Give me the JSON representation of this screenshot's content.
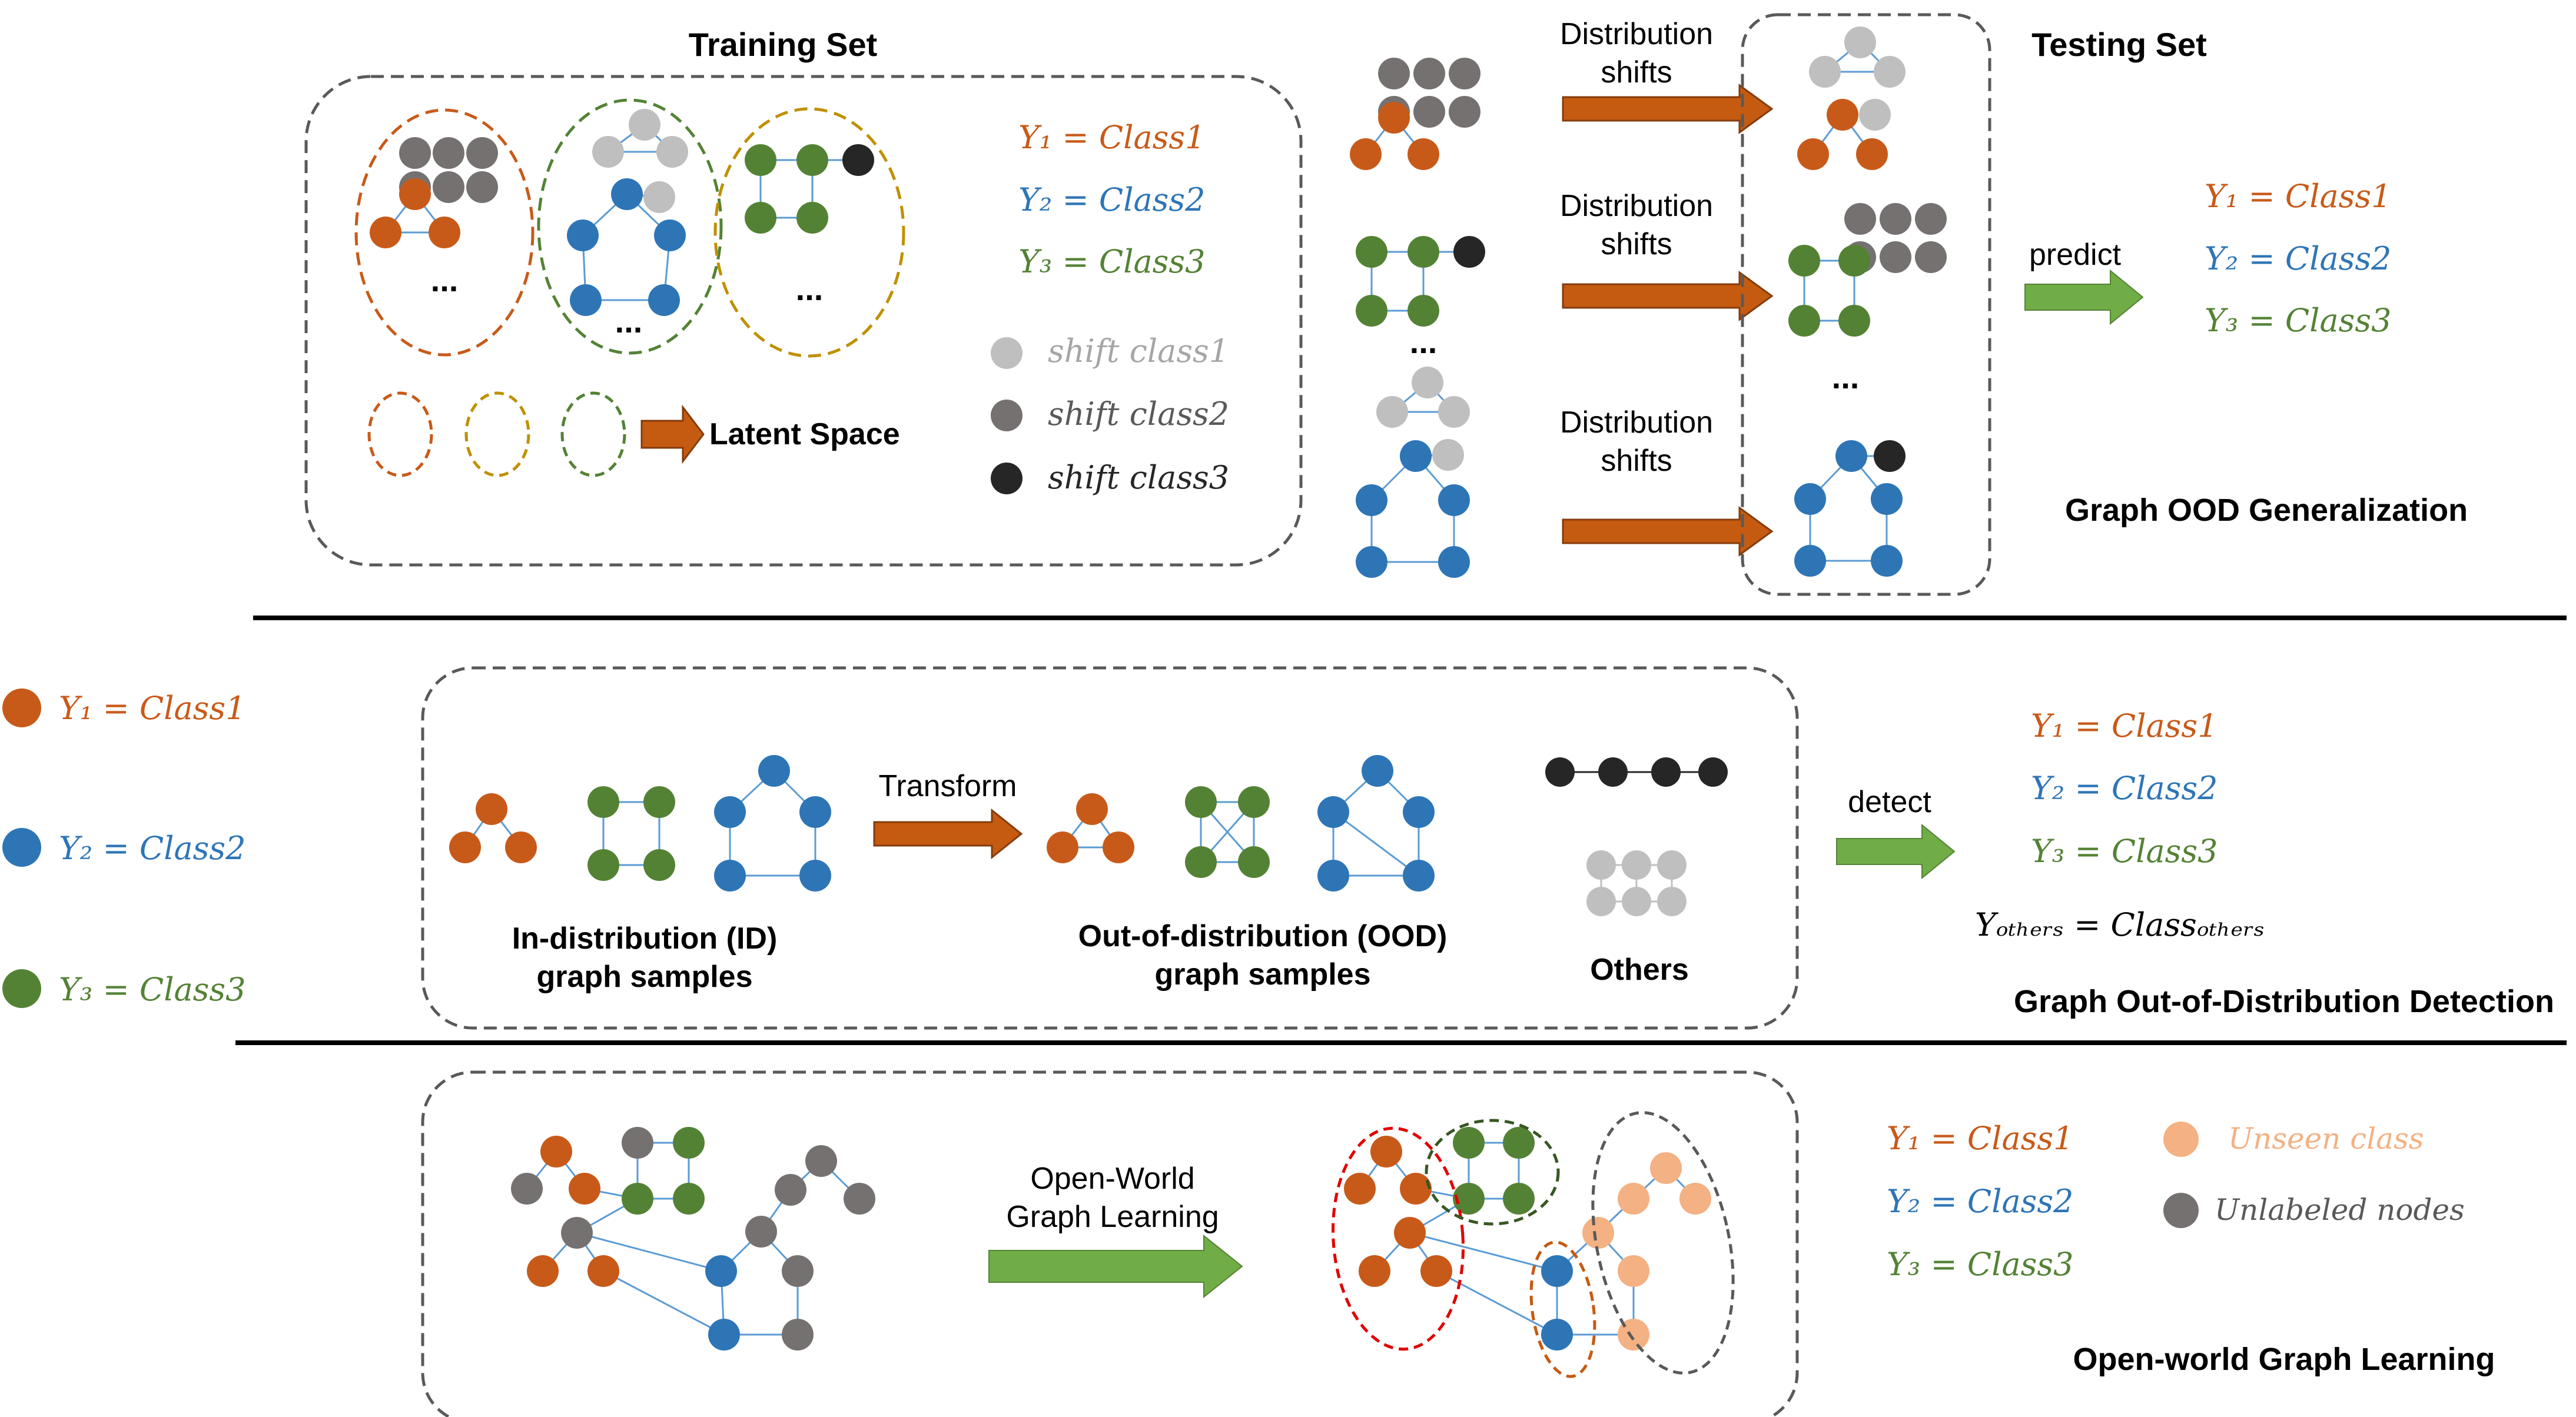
{
  "colors": {
    "class1": "#c85a19",
    "class2": "#2e75b6",
    "class3": "#548235",
    "shift1": "#bfbfbf",
    "shift2": "#767171",
    "shift3": "#262626",
    "unseen": "#f4b183",
    "arrow_orange": "#c55a11",
    "arrow_green": "#70ad47",
    "edge": "#5b9bd5",
    "box": "#595959"
  },
  "panel1": {
    "training_title": "Training  Set",
    "testing_title": "Testing  Set",
    "latent_space": "Latent Space",
    "shift_label_1": "Distribution\nshifts",
    "shift_label_2": "Distribution\nshifts",
    "shift_label_3": "Distribution\nshifts",
    "predict": "predict",
    "section_title": "Graph OOD Generalization",
    "ellipsis": "...",
    "legend": {
      "y1": "Y₁ = Class1",
      "y2": "Y₂ = Class2",
      "y3": "Y₃ = Class3",
      "s1": "shift class1",
      "s2": "shift class2",
      "s3": "shift class3"
    },
    "predict_legend": {
      "y1": "Y₁ = Class1",
      "y2": "Y₂ = Class2",
      "y3": "Y₃ = Class3"
    }
  },
  "left_legend": {
    "y1": "Y₁ = Class1",
    "y2": "Y₂ = Class2",
    "y3": "Y₃ = Class3"
  },
  "panel2": {
    "transform": "Transform",
    "id_label": "In-distribution (ID)\ngraph samples",
    "ood_label": "Out-of-distribution (OOD)\ngraph samples",
    "others": "Others",
    "detect": "detect",
    "section_title": "Graph Out-of-Distribution Detection",
    "legend": {
      "y1": "Y₁ = Class1",
      "y2": "Y₂ = Class2",
      "y3": "Y₃ = Class3",
      "yothers": "Yₒₜₕₑᵣₛ = Classₒₜₕₑᵣₛ"
    }
  },
  "panel3": {
    "arrow_label": "Open-World\nGraph Learning",
    "section_title": "Open-world Graph Learning",
    "legend": {
      "y1": "Y₁ = Class1",
      "y2": "Y₂ = Class2",
      "y3": "Y₃ = Class3",
      "unseen": "Unseen class",
      "unlabeled": "Unlabeled nodes"
    }
  }
}
